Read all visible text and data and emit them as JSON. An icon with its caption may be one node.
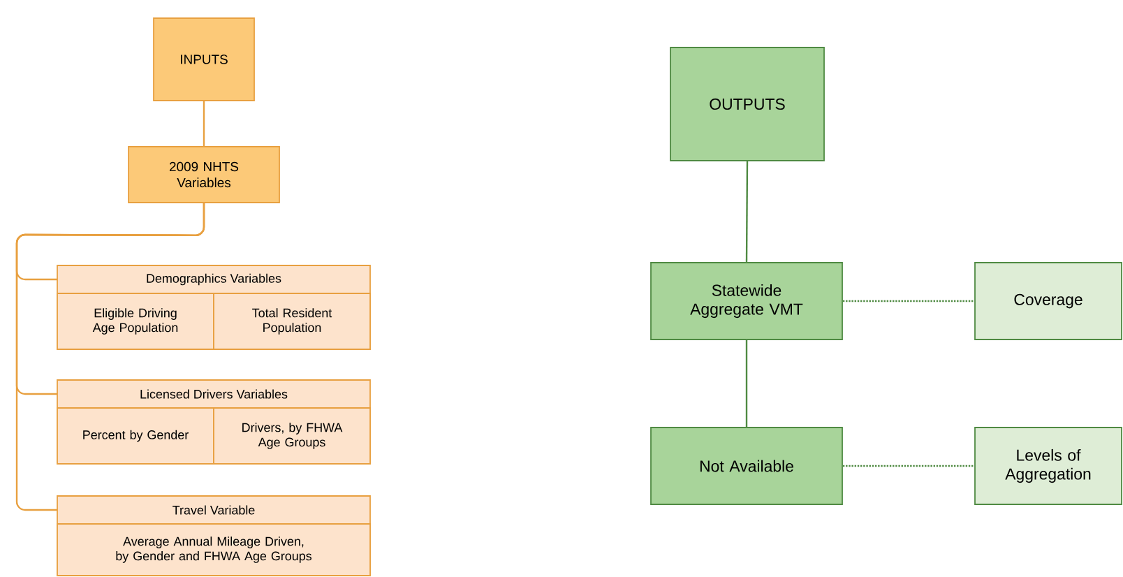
{
  "diagram": {
    "nodes": [
      {
        "text": [
          "INPUTS"
        ]
      },
      {
        "text": [
          "2009 NHTS Variables"
        ]
      },
      {
        "text": [
          "Demographics Variables"
        ]
      },
      {
        "text": [
          "Eligible Driving Age Population"
        ],
        "in": 2
      },
      {
        "text": [
          "Total Resident Population"
        ],
        "in": 2
      },
      {
        "text": [
          "Licensed Drivers Variables"
        ]
      },
      {
        "text": [
          "Percent by Gender"
        ],
        "in": 5
      },
      {
        "text": [
          "Drivers, by FHWA Age Groups"
        ],
        "in": 5
      },
      {
        "text": [
          "Travel Variable"
        ]
      },
      {
        "text": [
          "Average Annual Mileage Driven, by Gender and FHWA Age Groups"
        ],
        "in": 8
      },
      {
        "text": [
          "OUTPUTS"
        ]
      },
      {
        "text": [
          "Statewide Aggregate VMT"
        ]
      },
      {
        "text": [
          "Coverage"
        ]
      },
      {
        "text": [
          "Not Available"
        ]
      },
      {
        "text": [
          "Levels of Aggregation"
        ]
      }
    ],
    "edges": [
      {
        "from": 0,
        "to": 1,
        "arrow": "none",
        "color": "#e8a040"
      },
      {
        "from": 1,
        "to": 2,
        "arrow": "none",
        "color": "#e8a040"
      },
      {
        "from": 1,
        "to": 5,
        "arrow": "none",
        "color": "#e8a040"
      },
      {
        "from": 1,
        "to": 8,
        "arrow": "none",
        "color": "#e8a040"
      },
      {
        "from": 10,
        "to": 11,
        "arrow": "none",
        "color": "#4f8a42"
      },
      {
        "from": 11,
        "to": 13,
        "arrow": "none",
        "color": "#4f8a42"
      },
      {
        "from": 11,
        "to": 12,
        "arrow": "none",
        "style": "dashed",
        "color": "#4f8a42"
      },
      {
        "from": 13,
        "to": 14,
        "arrow": "none",
        "style": "dashed",
        "color": "#4f8a42"
      }
    ]
  }
}
